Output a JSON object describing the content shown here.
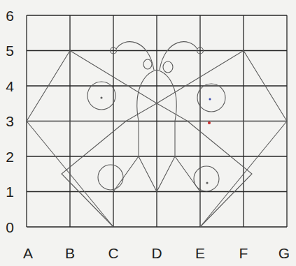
{
  "diagram": {
    "labels": [
      "6",
      "5",
      "4",
      "3",
      "2",
      "1",
      "0",
      "A",
      "B",
      "C",
      "D",
      "E",
      "F",
      "G"
    ]
  }
}
